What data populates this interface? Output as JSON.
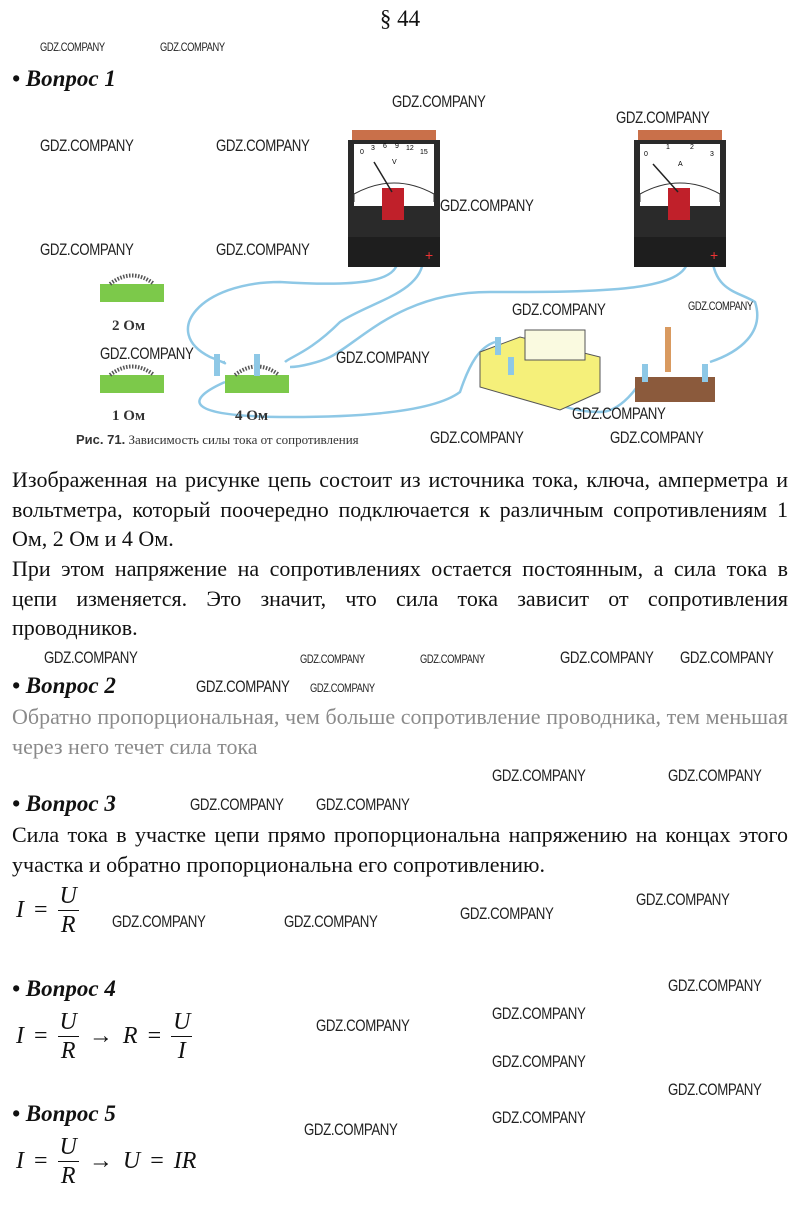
{
  "title": "§ 44",
  "watermark": "GDZ.COMPANY",
  "questions": [
    {
      "heading": "• Вопрос 1",
      "paragraphs": [
        "Изображенная на рисунке цепь состоит из источника тока, ключа, амперметра и вольтметра, который поочередно подключается к различным сопротивлениям 1 Ом, 2 Ом и 4 Ом.",
        "При этом напряжение на сопротивлениях остается постоянным, а сила тока в цепи изменяется. Это значит, что сила тока зависит от сопротивления проводников."
      ]
    },
    {
      "heading": "• Вопрос 2",
      "paragraphs": [
        "Обратно пропорциональная, чем больше сопротивление проводника, тем меньшая через него течет сила тока"
      ]
    },
    {
      "heading": "• Вопрос 3",
      "paragraphs": [
        "Сила тока в участке цепи прямо пропорциональна напряжению на концах этого участка и обратно пропорциональна его сопротивлению."
      ]
    },
    {
      "heading": "• Вопрос 4"
    },
    {
      "heading": "• Вопрос 5"
    }
  ],
  "figure": {
    "caption_bold": "Рис. 71.",
    "caption": " Зависимость силы тока от сопротивления",
    "labels": {
      "r2": "2 Ом",
      "r1": "1 Ом",
      "r4": "4 Ом"
    },
    "voltmeter_scale": [
      "0",
      "3",
      "6",
      "9",
      "12",
      "15"
    ],
    "voltmeter_unit": "V",
    "ammeter_scale": [
      "0",
      "1",
      "2",
      "3"
    ],
    "ammeter_unit": "A"
  },
  "formulas": {
    "I": "I",
    "U": "U",
    "R": "R",
    "eq": "=",
    "arrow": "→",
    "IR": "IR"
  }
}
